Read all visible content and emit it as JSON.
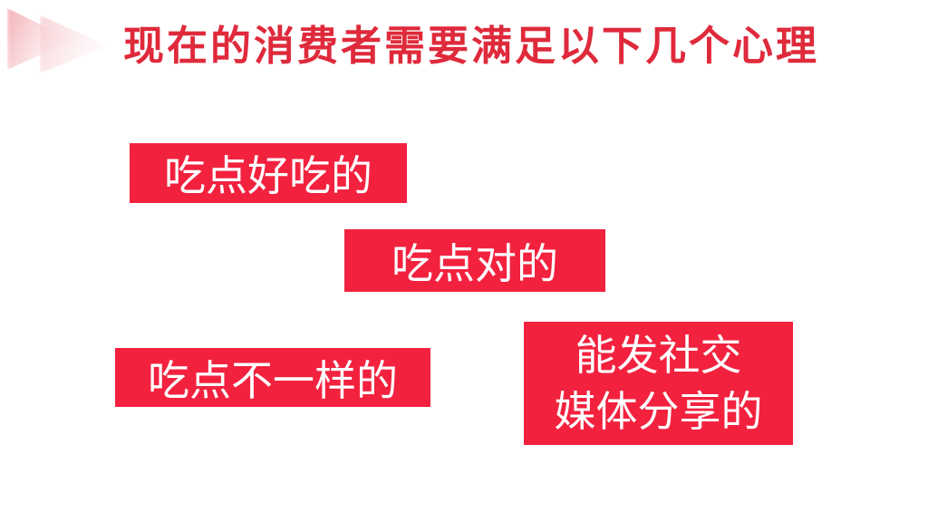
{
  "slide": {
    "title": "现在的消费者需要满足以下几个心理",
    "boxes": [
      {
        "lines": [
          "吃点好吃的"
        ]
      },
      {
        "lines": [
          "吃点对的"
        ]
      },
      {
        "lines": [
          "吃点不一样的"
        ]
      },
      {
        "lines": [
          "能发社交",
          "媒体分享的"
        ]
      }
    ],
    "decor": {
      "chevron_icon": "double-right-chevron"
    },
    "colors": {
      "title_red": "#df2a3b",
      "box_red": "#f2223f",
      "box_text": "#ffffff",
      "chevron_pink": "#f6c9cd",
      "background": "#ffffff"
    }
  }
}
